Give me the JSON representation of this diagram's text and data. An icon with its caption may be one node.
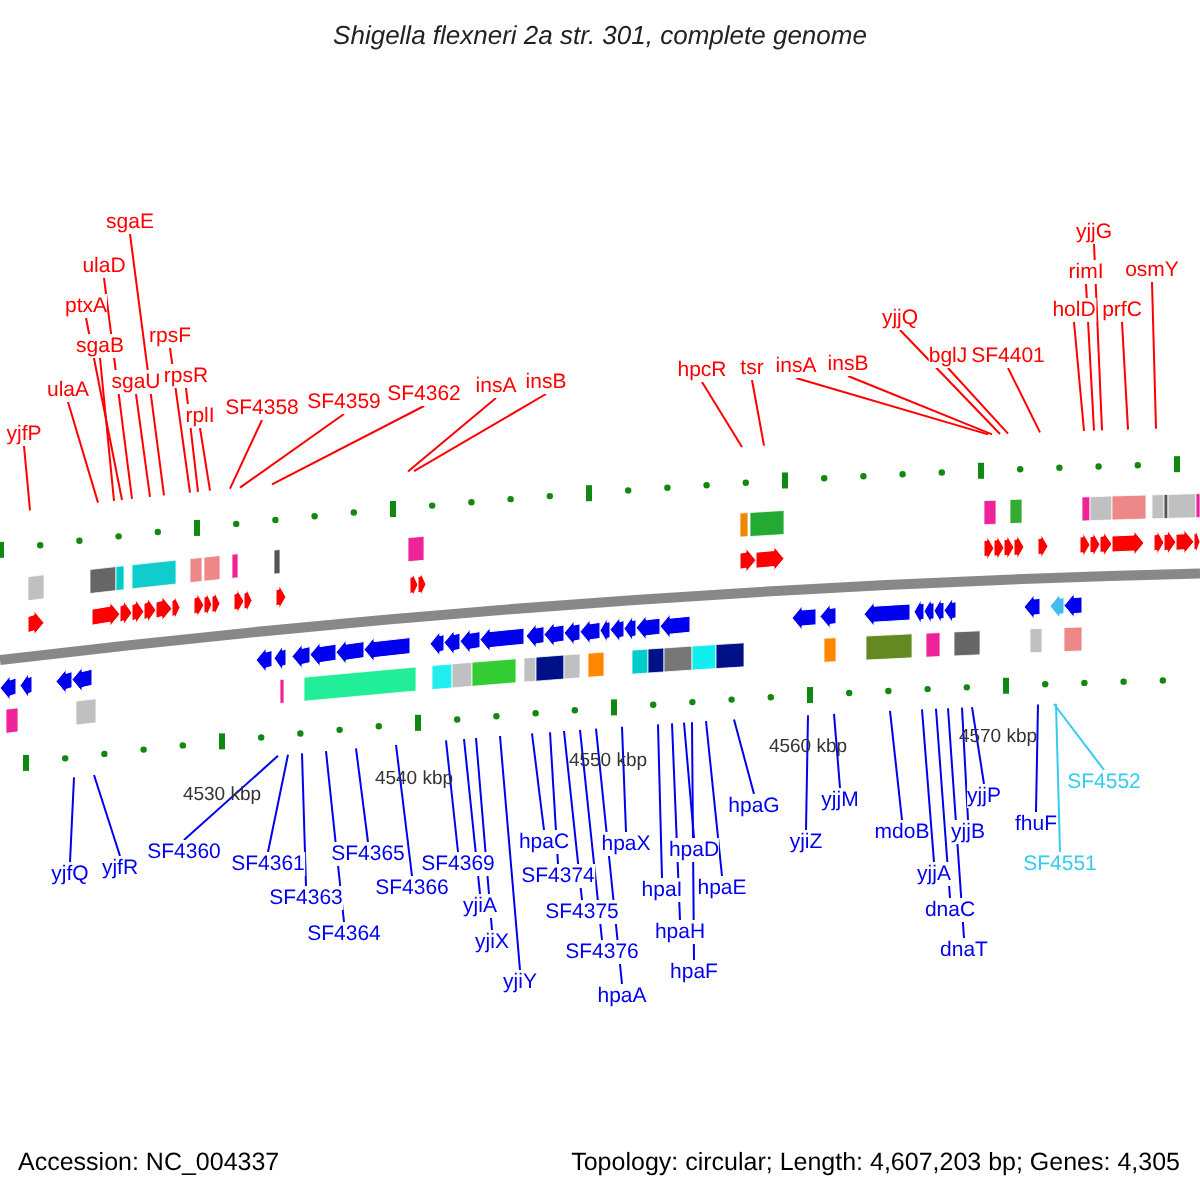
{
  "diagram": {
    "title": "Shigella flexneri 2a str. 301, complete genome",
    "nodes": [
      {
        "text": [
          "yjfP"
        ]
      },
      {
        "text": [
          "ulaA"
        ]
      },
      {
        "text": [
          "sgaB"
        ]
      },
      {
        "text": [
          "ptxA"
        ]
      },
      {
        "text": [
          "ulaD"
        ]
      },
      {
        "text": [
          "sgaE"
        ]
      },
      {
        "text": [
          "sgaU"
        ]
      },
      {
        "text": [
          "rpsF"
        ]
      },
      {
        "text": [
          "rpsR"
        ]
      },
      {
        "text": [
          "rplI"
        ]
      },
      {
        "text": [
          "SF4358"
        ]
      },
      {
        "text": [
          "SF4359"
        ]
      },
      {
        "text": [
          "SF4362"
        ]
      },
      {
        "text": [
          "insA"
        ]
      },
      {
        "text": [
          "insB"
        ]
      },
      {
        "text": [
          "hpcR"
        ]
      },
      {
        "text": [
          "tsr"
        ]
      },
      {
        "text": [
          "insA"
        ]
      },
      {
        "text": [
          "insB"
        ]
      },
      {
        "text": [
          "yjjQ"
        ]
      },
      {
        "text": [
          "bglJ"
        ]
      },
      {
        "text": [
          "SF4401"
        ]
      },
      {
        "text": [
          "yjjG"
        ]
      },
      {
        "text": [
          "rimI"
        ]
      },
      {
        "text": [
          "holD"
        ]
      },
      {
        "text": [
          "prfC"
        ]
      },
      {
        "text": [
          "osmY"
        ]
      },
      {
        "text": [
          "yjfQ"
        ]
      },
      {
        "text": [
          "yjfR"
        ]
      },
      {
        "text": [
          "SF4360"
        ]
      },
      {
        "text": [
          "SF4361"
        ]
      },
      {
        "text": [
          "SF4363"
        ]
      },
      {
        "text": [
          "SF4364"
        ]
      },
      {
        "text": [
          "SF4365"
        ]
      },
      {
        "text": [
          "SF4366"
        ]
      },
      {
        "text": [
          "SF4369"
        ]
      },
      {
        "text": [
          "yjiA"
        ]
      },
      {
        "text": [
          "yjiX"
        ]
      },
      {
        "text": [
          "yjiY"
        ]
      },
      {
        "text": [
          "hpaC"
        ]
      },
      {
        "text": [
          "SF4374"
        ]
      },
      {
        "text": [
          "SF4375"
        ]
      },
      {
        "text": [
          "SF4376"
        ]
      },
      {
        "text": [
          "hpaA"
        ]
      },
      {
        "text": [
          "hpaX"
        ]
      },
      {
        "text": [
          "hpaI"
        ]
      },
      {
        "text": [
          "hpaH"
        ]
      },
      {
        "text": [
          "hpaD"
        ]
      },
      {
        "text": [
          "hpaF"
        ]
      },
      {
        "text": [
          "hpaE"
        ]
      },
      {
        "text": [
          "hpaG"
        ]
      },
      {
        "text": [
          "yjiZ"
        ]
      },
      {
        "text": [
          "yjjM"
        ]
      },
      {
        "text": [
          "mdoB"
        ]
      },
      {
        "text": [
          "yjjA"
        ]
      },
      {
        "text": [
          "dnaC"
        ]
      },
      {
        "text": [
          "dnaT"
        ]
      },
      {
        "text": [
          "yjjB"
        ]
      },
      {
        "text": [
          "yjjP"
        ]
      },
      {
        "text": [
          "fhuF"
        ]
      },
      {
        "text": [
          "SF4552"
        ]
      },
      {
        "text": [
          "SF4551"
        ]
      }
    ],
    "edges": [
      {
        "from": 0,
        "to": null,
        "arrow": "none",
        "color": "#ff0000"
      },
      {
        "from": 1,
        "to": null,
        "arrow": "none",
        "color": "#ff0000"
      },
      {
        "from": 2,
        "to": null,
        "arrow": "none",
        "color": "#ff0000"
      },
      {
        "from": 3,
        "to": null,
        "arrow": "none",
        "color": "#ff0000"
      },
      {
        "from": 4,
        "to": null,
        "arrow": "none",
        "color": "#ff0000"
      },
      {
        "from": 5,
        "to": null,
        "arrow": "none",
        "color": "#ff0000"
      },
      {
        "from": 6,
        "to": null,
        "arrow": "none",
        "color": "#ff0000"
      },
      {
        "from": 7,
        "to": null,
        "arrow": "none",
        "color": "#ff0000"
      },
      {
        "from": 8,
        "to": null,
        "arrow": "none",
        "color": "#ff0000"
      },
      {
        "from": 9,
        "to": null,
        "arrow": "none",
        "color": "#ff0000"
      },
      {
        "from": 10,
        "to": null,
        "arrow": "none",
        "color": "#ff0000"
      },
      {
        "from": 11,
        "to": null,
        "arrow": "none",
        "color": "#ff0000"
      },
      {
        "from": 12,
        "to": null,
        "arrow": "none",
        "color": "#ff0000"
      },
      {
        "from": 13,
        "to": null,
        "arrow": "none",
        "color": "#ff0000"
      },
      {
        "from": 14,
        "to": null,
        "arrow": "none",
        "color": "#ff0000"
      },
      {
        "from": 15,
        "to": null,
        "arrow": "none",
        "color": "#ff0000"
      },
      {
        "from": 16,
        "to": null,
        "arrow": "none",
        "color": "#ff0000"
      },
      {
        "from": 17,
        "to": null,
        "arrow": "none",
        "color": "#ff0000"
      },
      {
        "from": 18,
        "to": null,
        "arrow": "none",
        "color": "#ff0000"
      },
      {
        "from": 19,
        "to": null,
        "arrow": "none",
        "color": "#ff0000"
      },
      {
        "from": 20,
        "to": null,
        "arrow": "none",
        "color": "#ff0000"
      },
      {
        "from": 21,
        "to": null,
        "arrow": "none",
        "color": "#ff0000"
      },
      {
        "from": 22,
        "to": null,
        "arrow": "none",
        "color": "#ff0000"
      },
      {
        "from": 23,
        "to": null,
        "arrow": "none",
        "color": "#ff0000"
      },
      {
        "from": 24,
        "to": null,
        "arrow": "none",
        "color": "#ff0000"
      },
      {
        "from": 25,
        "to": null,
        "arrow": "none",
        "color": "#ff0000"
      },
      {
        "from": 26,
        "to": null,
        "arrow": "none",
        "color": "#ff0000"
      },
      {
        "from": 27,
        "to": null,
        "arrow": "none"
      },
      {
        "from": 28,
        "to": null,
        "arrow": "none"
      },
      {
        "from": 29,
        "to": null,
        "arrow": "none"
      },
      {
        "from": 30,
        "to": null,
        "arrow": "none"
      },
      {
        "from": 31,
        "to": null,
        "arrow": "none"
      },
      {
        "from": 32,
        "to": null,
        "arrow": "none"
      },
      {
        "from": 33,
        "to": null,
        "arrow": "none"
      },
      {
        "from": 34,
        "to": null,
        "arrow": "none"
      },
      {
        "from": 35,
        "to": null,
        "arrow": "none"
      },
      {
        "from": 36,
        "to": null,
        "arrow": "none"
      },
      {
        "from": 37,
        "to": null,
        "arrow": "none"
      },
      {
        "from": 38,
        "to": null,
        "arrow": "none"
      },
      {
        "from": 39,
        "to": null,
        "arrow": "none"
      },
      {
        "from": 40,
        "to": null,
        "arrow": "none"
      },
      {
        "from": 41,
        "to": null,
        "arrow": "none"
      },
      {
        "from": 42,
        "to": null,
        "arrow": "none"
      },
      {
        "from": 43,
        "to": null,
        "arrow": "none"
      },
      {
        "from": 44,
        "to": null,
        "arrow": "none"
      },
      {
        "from": 45,
        "to": null,
        "arrow": "none"
      },
      {
        "from": 46,
        "to": null,
        "arrow": "none"
      },
      {
        "from": 47,
        "to": null,
        "arrow": "none"
      },
      {
        "from": 48,
        "to": null,
        "arrow": "none"
      },
      {
        "from": 49,
        "to": null,
        "arrow": "none"
      },
      {
        "from": 50,
        "to": null,
        "arrow": "none"
      },
      {
        "from": 51,
        "to": null,
        "arrow": "none"
      },
      {
        "from": 52,
        "to": null,
        "arrow": "none"
      },
      {
        "from": 53,
        "to": null,
        "arrow": "none"
      },
      {
        "from": 54,
        "to": null,
        "arrow": "none"
      },
      {
        "from": 55,
        "to": null,
        "arrow": "none"
      },
      {
        "from": 56,
        "to": null,
        "arrow": "none"
      },
      {
        "from": 57,
        "to": null,
        "arrow": "none"
      },
      {
        "from": 58,
        "to": null,
        "arrow": "none"
      },
      {
        "from": 59,
        "to": null,
        "arrow": "none"
      },
      {
        "from": 60,
        "to": null,
        "arrow": "none",
        "color": "#33ccee"
      },
      {
        "from": 61,
        "to": null,
        "arrow": "none",
        "color": "#33ccee"
      }
    ],
    "labels": [
      "4530 kbp",
      "4540 kbp",
      "4550 kbp",
      "4560 kbp",
      "4570 kbp",
      "Accession: NC_004337",
      "Topology: circular; Length: 4,607,203 bp; Genes: 4,305"
    ]
  }
}
